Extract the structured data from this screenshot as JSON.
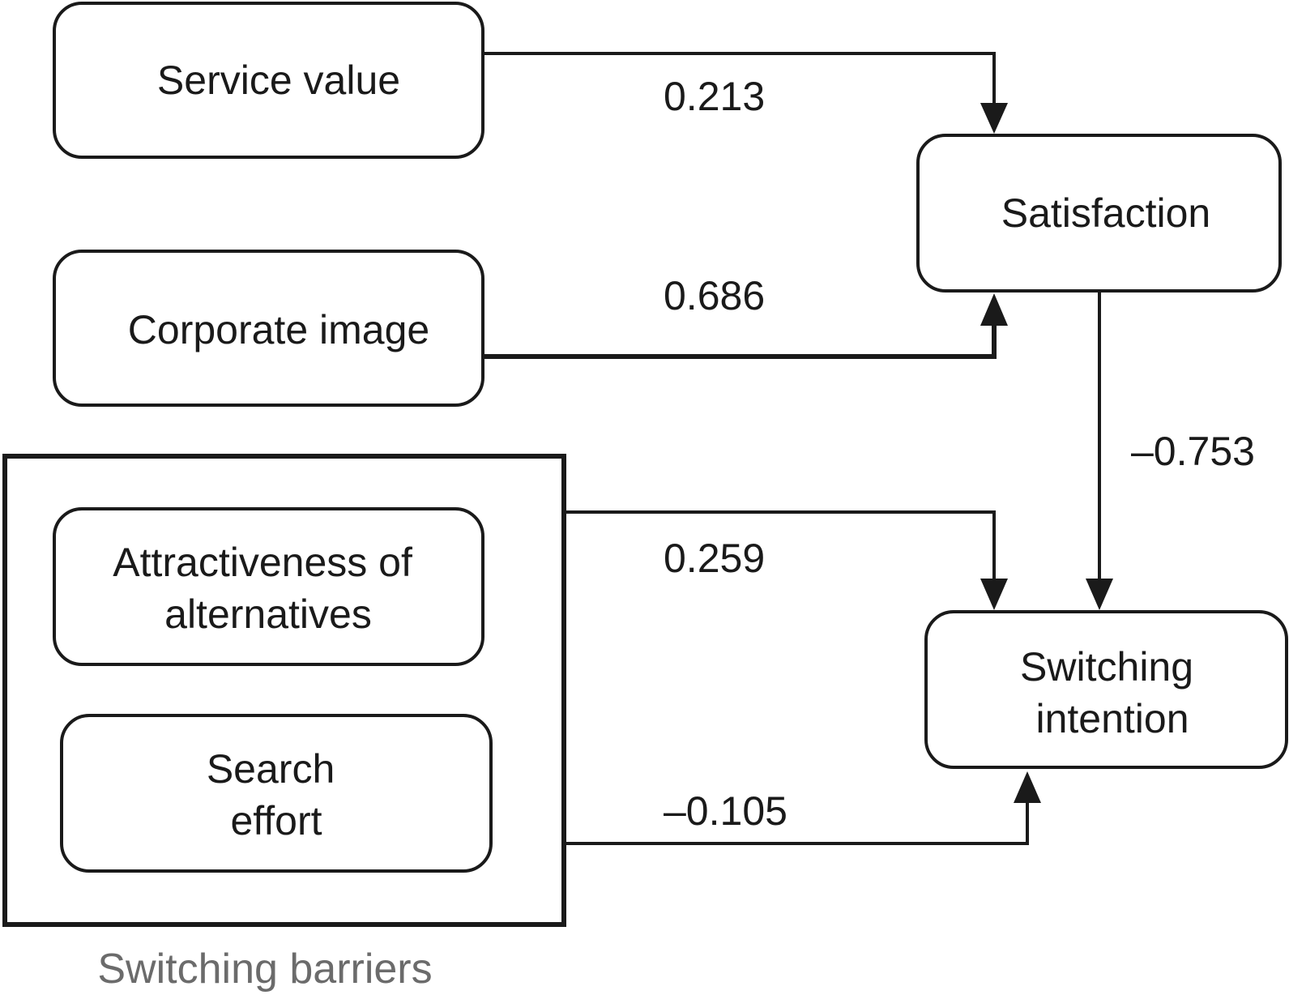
{
  "nodes": {
    "service_value": "Service value",
    "corporate_image": "Corporate image",
    "satisfaction": "Satisfaction",
    "attractiveness": [
      "Attractiveness of",
      "alternatives"
    ],
    "search_effort": [
      "Search",
      "effort"
    ],
    "switching_intention": [
      "Switching",
      "intention"
    ]
  },
  "group": {
    "label": "Switching barriers"
  },
  "edges": {
    "service_value_to_satisfaction": "0.213",
    "corporate_image_to_satisfaction": "0.686",
    "satisfaction_to_switching_intention": "–0.753",
    "attractiveness_to_switching_intention": "0.259",
    "search_effort_to_switching_intention": "–0.105"
  },
  "colors": {
    "stroke": "#1a1a1a",
    "group_label": "#6b6b6b",
    "background": "#ffffff"
  }
}
